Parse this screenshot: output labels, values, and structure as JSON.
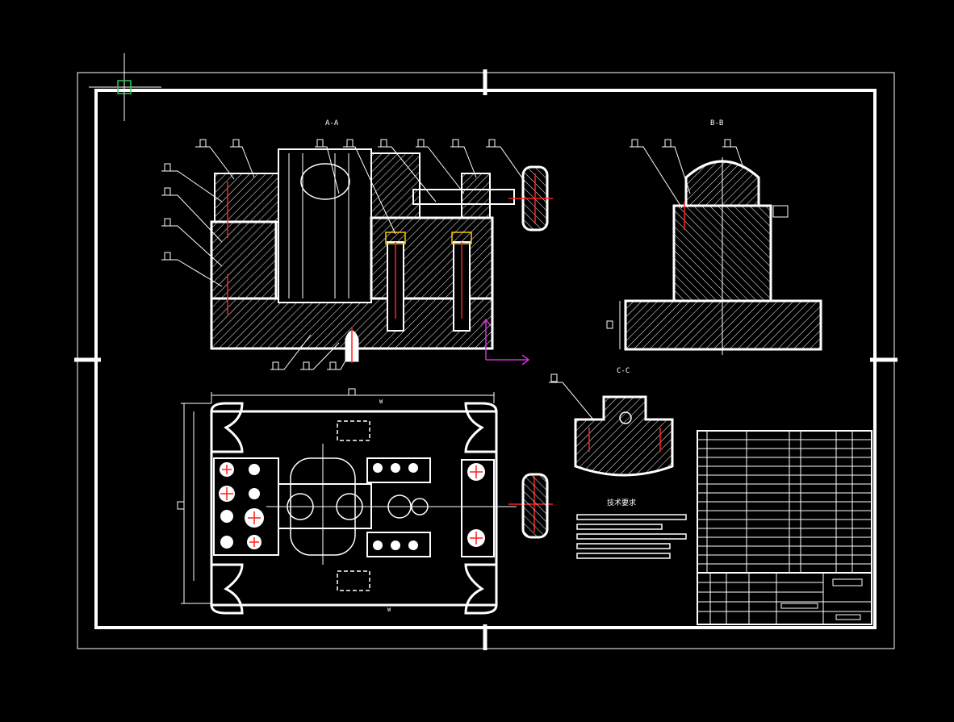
{
  "app": {
    "name": "CAD drawing viewport",
    "background": "#000000",
    "colors": {
      "line": "#ffffff",
      "center": "#ff2020",
      "ucs": "#cc33cc",
      "crosshair_box": "#33cc55"
    }
  },
  "drawing": {
    "section_titles": {
      "a": "A-A",
      "b": "B-B",
      "c": "C-C"
    },
    "notes_title": "技术要求",
    "dim_labels": {
      "width_mark": "W",
      "bottom_mark": "W"
    },
    "icons": {
      "ucs": "ucs-axis-icon",
      "cursor": "crosshair-cursor-icon"
    }
  }
}
